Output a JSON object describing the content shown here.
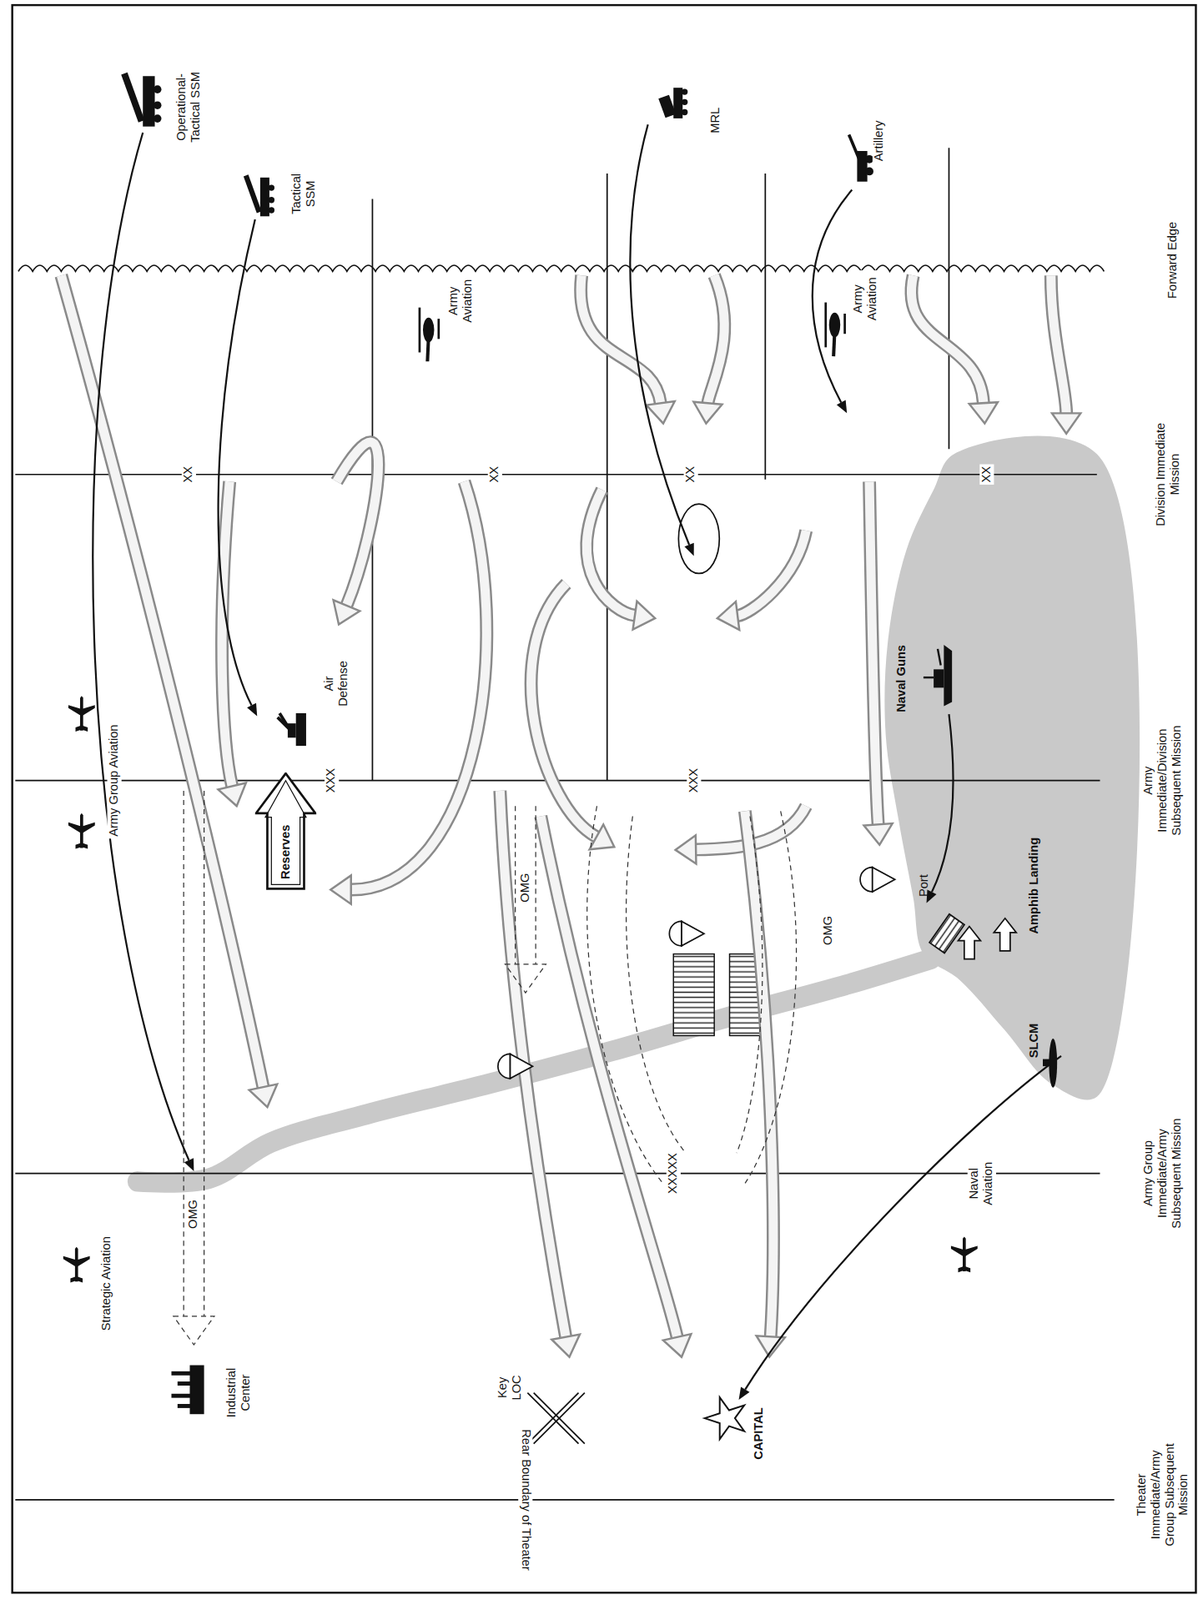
{
  "diagram": {
    "nodes": [
      {
        "text": [
          "Reserves"
        ]
      }
    ],
    "labels": [
      "Operational-Tactical SSM",
      "Tactical SSM",
      "MRL",
      "Artillery",
      "Army Aviation",
      "Army Aviation",
      "Forward Edge",
      "XX",
      "XX",
      "XX",
      "XX",
      "Division Immediate Mission",
      "Air Defense",
      "Army Group Aviation",
      "XXX",
      "XXX",
      "Naval Guns",
      "Army Immediate/Division Subsequent Mission",
      "OMG",
      "OMG",
      "OMG",
      "Port",
      "Amphib Landing",
      "SLCM",
      "XXXXX",
      "Naval Aviation",
      "Army Group Immediate/Army Subsequent Mission",
      "Strategic Aviation",
      "Industrial Center",
      "Key LOC",
      "CAPITAL",
      "Rear Boundary of Theater",
      "Theater Immediate/Army Group Subsequent Mission"
    ]
  }
}
